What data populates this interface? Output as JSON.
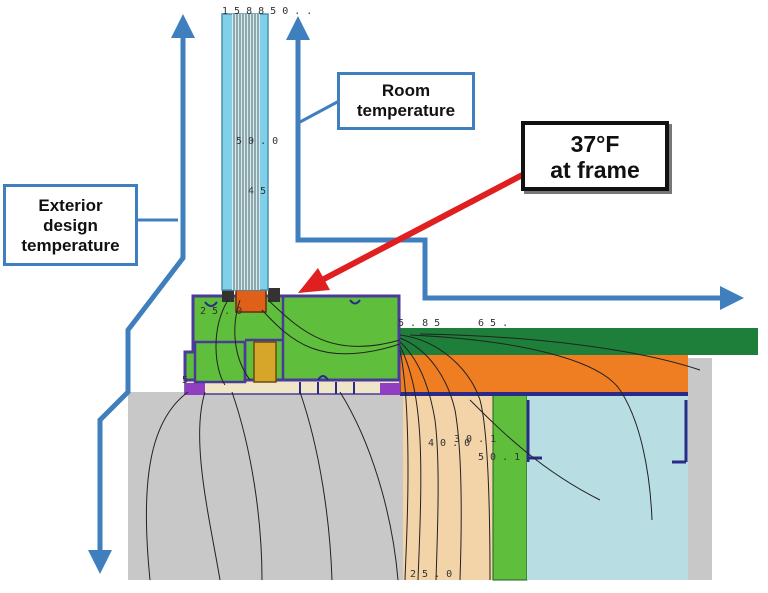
{
  "labels": {
    "room_temperature": "Room\ntemperature",
    "exterior_temperature": "Exterior\ndesign\ntemperature",
    "frame_callout": "37°F\nat frame"
  },
  "isotherm_labels": {
    "glass_top": "1 5 8 8 5 0 . .",
    "glass_upper": "5 0 . 0",
    "glass_lower": "4 5",
    "frame": "2 5 . 0",
    "sill_left": "5 .",
    "interior_left": "5 . 8 5",
    "interior_right": "6 5 .",
    "wood_a": "4 0 . 0",
    "wood_b": "3 0 . 1",
    "wood_c": "5 0 . 1",
    "wood_bottom": "2 5 . 0"
  },
  "colors": {
    "arrow_blue": "#3f7fbe",
    "callout_arrow": "#e02020",
    "glass": "#7fd0e8",
    "frame_green": "#5fbf3c",
    "frame_outline": "#4a3a9a",
    "sill_green": "#1e7f3a",
    "sill_orange": "#ef7d22",
    "stud_tan": "#f3d3a8",
    "wall_gray": "#c8c8c8",
    "cavity_blue": "#b8dde3"
  }
}
